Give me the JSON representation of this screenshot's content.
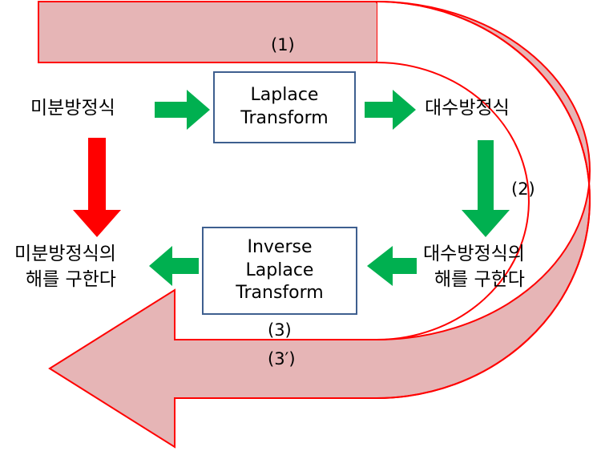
{
  "nodes": {
    "laplace": {
      "line1": "Laplace",
      "line2": "Transform"
    },
    "inverse": {
      "line1": "Inverse",
      "line2": "Laplace",
      "line3": "Transform"
    },
    "diff_eq": "미분방정식",
    "alg_eq": "대수방정식",
    "alg_solve": {
      "line1": "대수방정식의",
      "line2": "해를 구한다"
    },
    "diff_solve": {
      "line1": "미분방정식의",
      "line2": "해를 구한다"
    }
  },
  "steps": {
    "s1": "(1)",
    "s2": "(2)",
    "s3": "(3)",
    "s3p": "(3′)"
  },
  "colors": {
    "big_arrow_fill": "#e6b5b6",
    "big_arrow_stroke": "#ff0000",
    "green_arrow": "#00b050",
    "red_arrow": "#ff0000",
    "box_border": "#3e5f8f"
  }
}
